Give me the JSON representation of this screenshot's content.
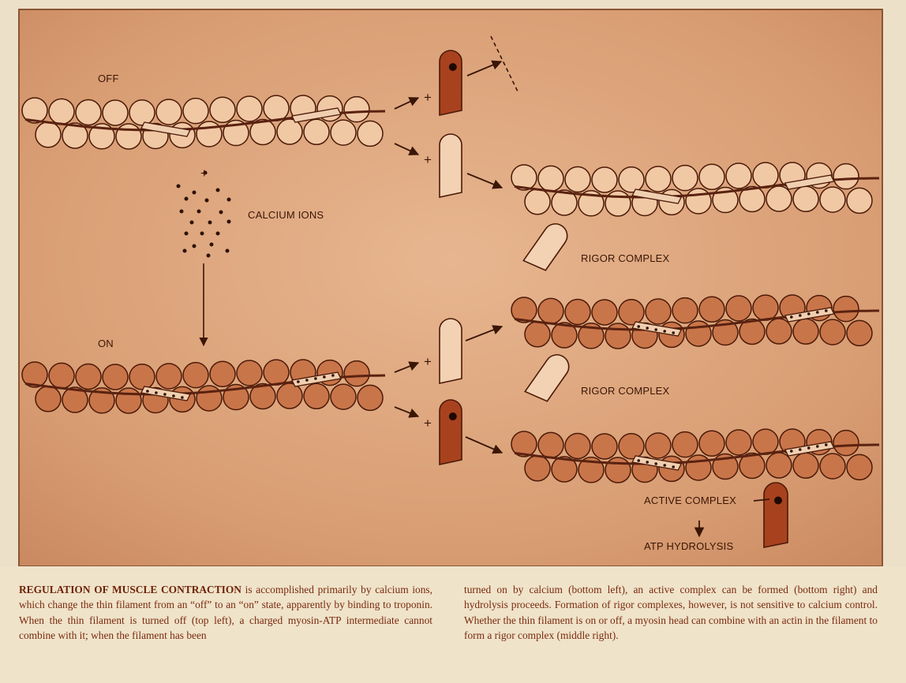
{
  "labels": {
    "off": "OFF",
    "on": "ON",
    "calcium_ions": "CALCIUM IONS",
    "rigor_complex_1": "RIGOR COMPLEX",
    "rigor_complex_2": "RIGOR COMPLEX",
    "active_complex": "ACTIVE COMPLEX",
    "atp_hydrolysis": "ATP HYDROLYSIS"
  },
  "caption": {
    "title": "REGULATION OF MUSCLE CONTRACTION",
    "left_text": " is accomplished primarily by calcium ions, which change the thin filament from an “off” to an “on” state, apparently by binding to troponin. When the thin filament is turned off (top left), a charged myosin-ATP intermediate cannot combine with it; when the filament has been",
    "right_text": "turned on by calcium (bottom left), an active complex can be formed (bottom right) and hydrolysis proceeds. Formation of rigor complexes, however, is not sensitive to calcium control. Whether the thin filament is on or off, a myosin head can combine with an actin in the filament to form a rigor complex (middle right)."
  },
  "colors": {
    "background": "#ece0c8",
    "plate": "#d9a27a",
    "actin_off": "#f1c8a4",
    "actin_on": "#c9754a",
    "outline": "#4a1a08",
    "myosin_charged": "#a8421e",
    "myosin_uncharged": "#f2d2b2",
    "caption_text": "#7a2a10"
  }
}
